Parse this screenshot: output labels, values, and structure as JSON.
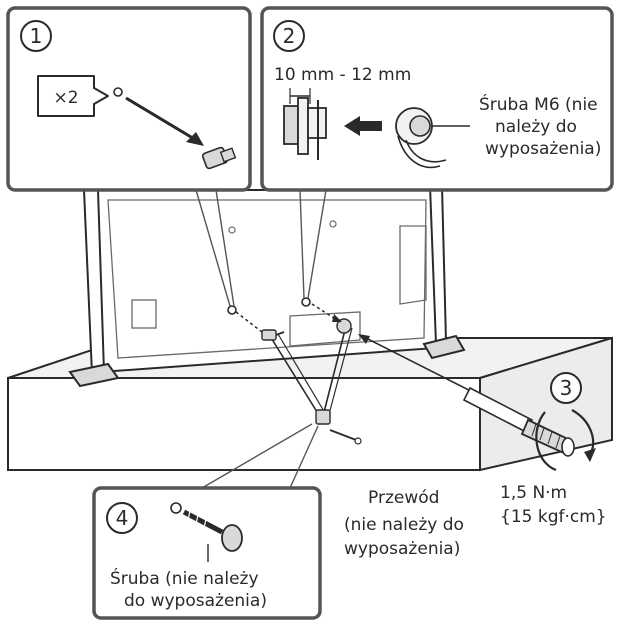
{
  "steps": {
    "one": "1",
    "two": "2",
    "three": "3",
    "four": "4"
  },
  "step1": {
    "multiplier": "×2"
  },
  "step2": {
    "dimension": "10 mm - 12 mm",
    "screw_line1": "Śruba M6 (nie",
    "screw_line2": "należy do",
    "screw_line3": "wyposażenia)"
  },
  "step3": {
    "torque_line1": "1,5 N·m",
    "torque_line2": "{15 kgf·cm}"
  },
  "cord": {
    "line1": "Przewód",
    "line2": "(nie należy do",
    "line3": "wyposażenia)"
  },
  "step4": {
    "screw_line1": "Śruba (nie należy",
    "screw_line2": "do wyposażenia)"
  },
  "colors": {
    "line": "#2a2a2a",
    "panel_border": "#555555",
    "fill_light": "#f2f2f2",
    "fill_mid": "#d9d9d9"
  }
}
